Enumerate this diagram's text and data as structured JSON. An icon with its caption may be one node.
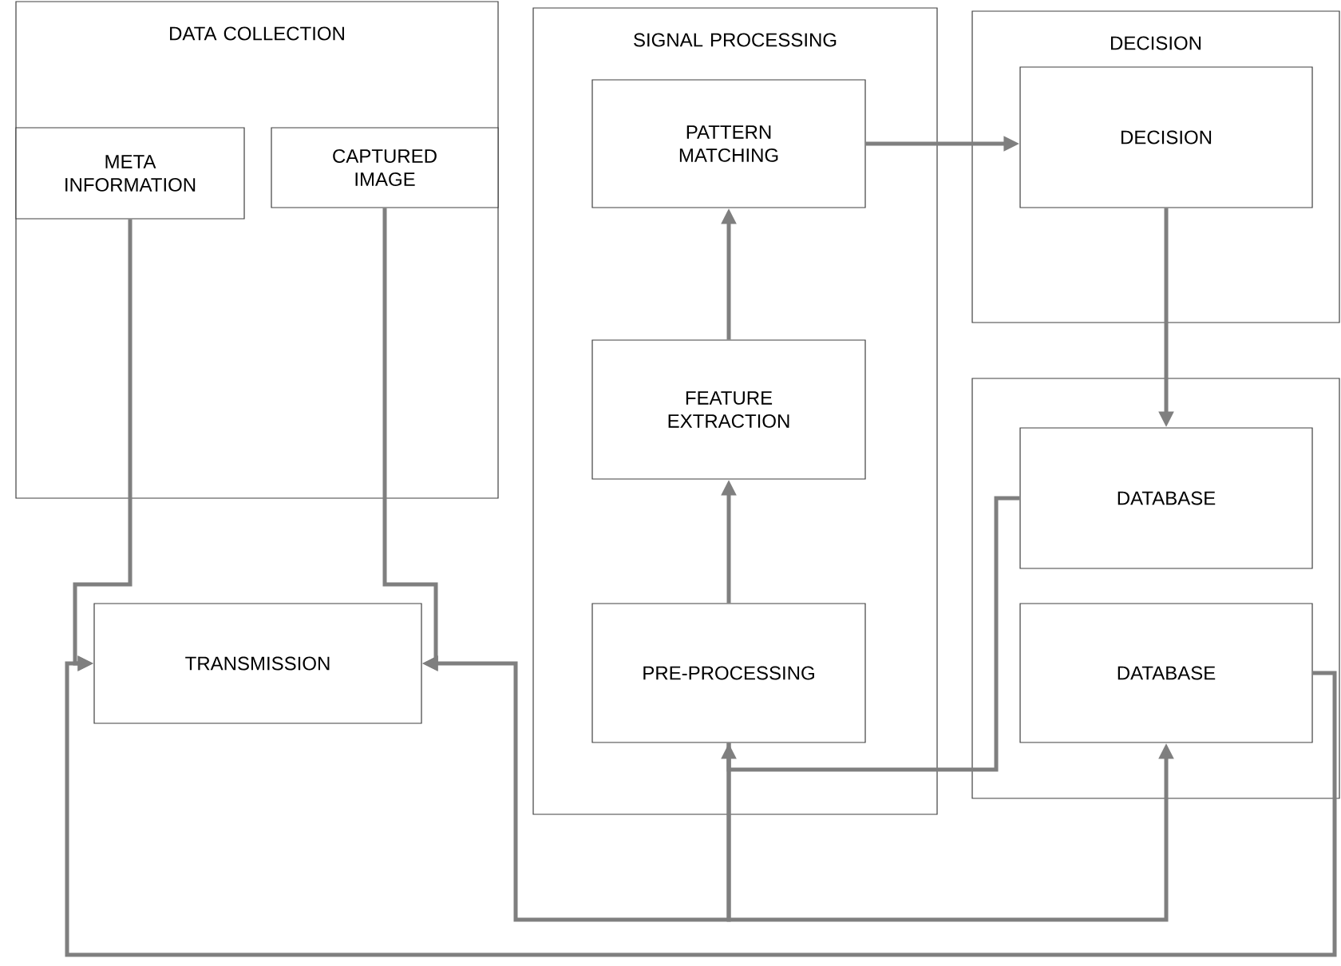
{
  "diagram": {
    "nodes": [
      {
        "text": [
          "DATA COLLECTION"
        ]
      },
      {
        "text": [
          "META INFORMATION"
        ],
        "in": 0
      },
      {
        "text": [
          "CAPTURED IMAGE"
        ],
        "in": 0
      },
      {
        "text": [
          "SIGNAL PROCESSING"
        ]
      },
      {
        "text": [
          "PATTERN MATCHING"
        ],
        "in": 3
      },
      {
        "text": [
          "FEATURE EXTRACTION"
        ],
        "in": 3
      },
      {
        "text": [
          "PRE-PROCESSING"
        ],
        "in": 3
      },
      {
        "text": [
          "DECISION"
        ]
      },
      {
        "text": [
          "DECISION"
        ],
        "in": 7
      },
      {
        "text": [],
        "shape": "box"
      },
      {
        "text": [
          "DATABASE"
        ],
        "in": 9
      },
      {
        "text": [
          "DATABASE"
        ],
        "in": 9
      },
      {
        "text": [
          "TRANSMISSION"
        ]
      }
    ],
    "edges": [
      {
        "from": 1,
        "to": 12,
        "arrow": "to"
      },
      {
        "from": 2,
        "to": 12,
        "arrow": "to"
      },
      {
        "from": 6,
        "to": 5,
        "arrow": "to"
      },
      {
        "from": 5,
        "to": 4,
        "arrow": "to"
      },
      {
        "from": 4,
        "to": 8,
        "arrow": "to"
      },
      {
        "from": 8,
        "to": 10,
        "arrow": "to"
      },
      {
        "from": 10,
        "to": 6,
        "arrow": "to"
      },
      {
        "from": 6,
        "to": 12,
        "arrow": "to"
      },
      {
        "from": 6,
        "to": 11,
        "arrow": "to"
      },
      {
        "from": 11,
        "to": 12,
        "arrow": "to"
      }
    ]
  }
}
